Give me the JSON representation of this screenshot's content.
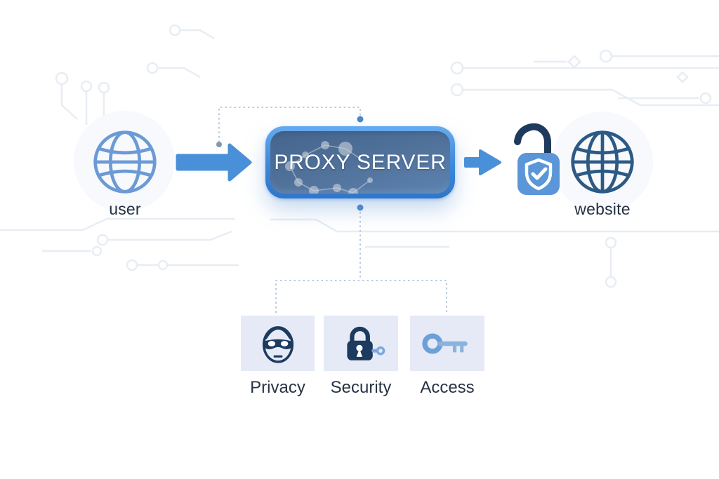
{
  "diagram": {
    "user_label": "user",
    "proxy_label": "PROXY SERVER",
    "website_label": "website",
    "features": [
      {
        "label": "Privacy",
        "icon": "masked-face-icon"
      },
      {
        "label": "Security",
        "icon": "padlock-key-icon"
      },
      {
        "label": "Access",
        "icon": "key-icon"
      }
    ],
    "icons": {
      "user": "globe-icon",
      "website": "globe-icon",
      "proxy_decoration": "network-nodes-icon",
      "between_proxy_and_website": "unlocked-padlock-shield-check-icon",
      "flow": "arrow-right-icon"
    },
    "colors": {
      "arrow_blue": "#4a90d9",
      "user_globe": "#6b9ad6",
      "website_globe": "#2d5a85",
      "navy_icon": "#1d3a5f",
      "lock_body_blue": "#5a96d8",
      "light_key_blue": "#7aa9dd",
      "proxy_border_blue": "#3d87da",
      "proxy_fill_blue": "#4f7098",
      "card_background": "#e5eaf6",
      "connector_dotted": "#a3bbd8",
      "connector_dot": "#4d87c7",
      "label_text": "#24303f",
      "circuit_trace": "#e8edf4"
    }
  }
}
